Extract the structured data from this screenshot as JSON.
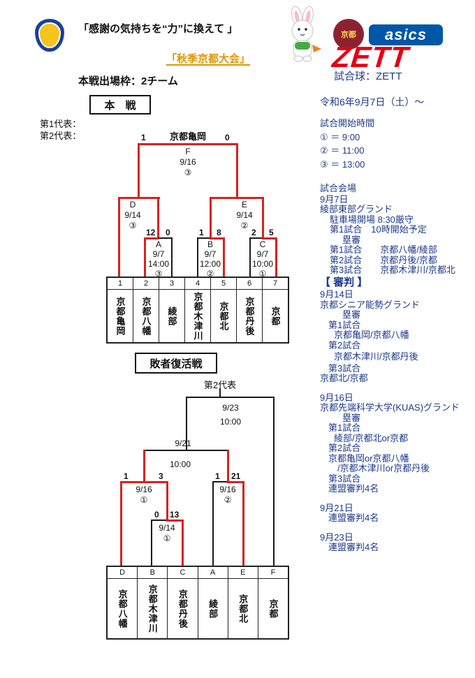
{
  "colors": {
    "red": "#d42420",
    "navy": "#1e3a8a",
    "orange": "#dd9600",
    "zett": "#e60012",
    "asics": "#0057a8",
    "maroon": "#8c2230",
    "line": "#1a1a1a"
  },
  "header": {
    "slogan": "「感謝の気持ちを“力”に換えて 」",
    "tournament_title": "「秋季京都大会」",
    "circle_logo_text": "京都",
    "asics_label": "asics",
    "zett_label": "ZETT"
  },
  "left": {
    "entry_note": "本戦出場枠：2チーム",
    "main_round": "本　戦",
    "rep1": "第1代表：",
    "rep2": "第2代表：",
    "revival_title": "敗者復活戦"
  },
  "main_bracket": {
    "champion": "京都亀岡",
    "f": {
      "name": "F",
      "date": "9/16",
      "slot": "③",
      "score_left": "1",
      "score_right": "0"
    },
    "d": {
      "name": "D",
      "date": "9/14",
      "slot": "③"
    },
    "e": {
      "name": "E",
      "date": "9/14",
      "slot": "②"
    },
    "a": {
      "name": "A",
      "date": "9/7",
      "time": "14:00",
      "slot": "③",
      "score_left": "12",
      "score_right": "0"
    },
    "b": {
      "name": "B",
      "date": "9/7",
      "time": "12:00",
      "slot": "②",
      "score_left": "1",
      "score_right": "8"
    },
    "c": {
      "name": "C",
      "date": "9/7",
      "time": "10:00",
      "slot": "①",
      "score_left": "2",
      "score_right": "5"
    },
    "columns": [
      {
        "num": "1",
        "team": "京都亀岡"
      },
      {
        "num": "2",
        "team": "京都八幡"
      },
      {
        "num": "3",
        "team": "綾部"
      },
      {
        "num": "4",
        "team": "京都木津川"
      },
      {
        "num": "5",
        "team": "京都北"
      },
      {
        "num": "6",
        "team": "京都丹後"
      },
      {
        "num": "7",
        "team": "京都"
      }
    ]
  },
  "revival_bracket": {
    "winner_label": "第2代表",
    "final": {
      "date": "9/23",
      "time": "10:00"
    },
    "semi": {
      "date": "9/21",
      "time": "10:00"
    },
    "q1": {
      "date": "9/16",
      "slot": "①",
      "score_left": "1",
      "score_right": "3"
    },
    "q2": {
      "date": "9/16",
      "slot": "②",
      "score_left": "1",
      "score_right": "21"
    },
    "r1": {
      "date": "9/14",
      "slot": "①",
      "score_left": "0",
      "score_right": "13"
    },
    "columns": [
      {
        "letter": "D",
        "team": "京都八幡"
      },
      {
        "letter": "B",
        "team": "京都木津川"
      },
      {
        "letter": "C",
        "team": "京都丹後"
      },
      {
        "letter": "A",
        "team": "綾部"
      },
      {
        "letter": "E",
        "team": "京都北"
      },
      {
        "letter": "F",
        "team": "京都"
      }
    ]
  },
  "sidebar": {
    "lines": [
      {
        "t": "試合球：ZETT",
        "ind": 20,
        "sz": 15
      },
      {
        "t": "令和6年9月7日（土）～",
        "gap": 21,
        "sz": 14
      },
      {
        "t": "試合開始時間",
        "gap": 17
      },
      {
        "t": "① ＝  9:00",
        "gap": 5
      },
      {
        "t": "② ＝ 11:00",
        "gap": 5
      },
      {
        "t": "③ ＝ 13:00",
        "gap": 5
      },
      {
        "t": "試合会場",
        "gap": 20
      },
      {
        "t": "9月7日",
        "gap": 1
      },
      {
        "t": "綾部東部グランド"
      },
      {
        "t": "駐車場開場 8:30厳守",
        "ind": 14
      },
      {
        "t": "第1試合　10時開始予定",
        "ind": 14
      },
      {
        "t": "塁審",
        "ind": 32
      },
      {
        "t": "第1試合　　京都八幡/綾部",
        "ind": 14
      },
      {
        "t": "第2試合　　京都丹後/京都",
        "ind": 14
      },
      {
        "t": "第3試合　　京都木津川/京都北",
        "ind": 14
      },
      {
        "t": "【 審判 】",
        "gap": 3,
        "sz": 15,
        "b": true
      },
      {
        "t": "9月14日",
        "gap": 3
      },
      {
        "t": "京都シニア能勢グランド"
      },
      {
        "t": "塁審",
        "ind": 32
      },
      {
        "t": "第1試合",
        "ind": 12
      },
      {
        "t": "京都亀岡/京都八幡",
        "ind": 20
      },
      {
        "t": "第2試合",
        "ind": 12
      },
      {
        "t": "京都木津川/京都丹後",
        "ind": 20,
        "gap": 2
      },
      {
        "t": "第3試合",
        "ind": 12,
        "gap": 2
      },
      {
        "t": "京都北/京都"
      },
      {
        "t": "9月16日",
        "gap": 13
      },
      {
        "t": "京都先端科学大学(KUAS)グランド"
      },
      {
        "t": "塁審",
        "ind": 32
      },
      {
        "t": "第1試合",
        "ind": 12
      },
      {
        "t": "綾部/京都北or京都",
        "ind": 20
      },
      {
        "t": "第2試合",
        "ind": 12
      },
      {
        "t": "京都亀岡or京都八幡",
        "ind": 12
      },
      {
        "t": "　/京都木津川or京都丹後",
        "ind": 12
      },
      {
        "t": "第3試合",
        "ind": 12
      },
      {
        "t": "連盟審判4名",
        "ind": 12
      },
      {
        "t": "9月21日",
        "gap": 13
      },
      {
        "t": "連盟審判4名",
        "ind": 12
      },
      {
        "t": "9月23日",
        "gap": 13
      },
      {
        "t": "連盟審判4名",
        "ind": 12
      }
    ]
  }
}
